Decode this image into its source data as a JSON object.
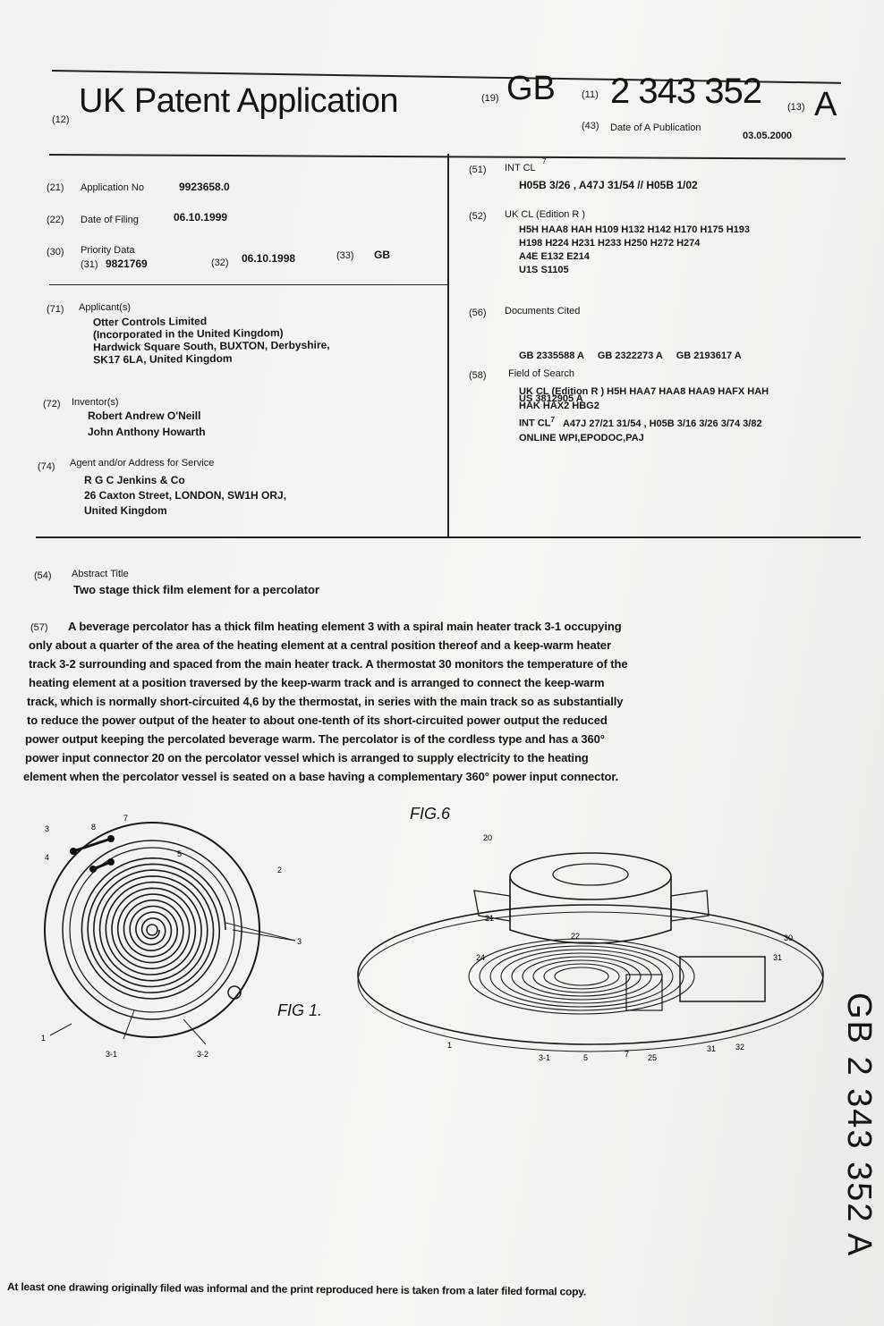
{
  "header": {
    "code_12": "(12)",
    "title": "UK Patent Application",
    "code_19": "(19)",
    "country": "GB",
    "code_11": "(11)",
    "publication_number": "2 343 352",
    "code_13": "(13)",
    "kind": "A",
    "code_43": "(43)",
    "pub_date_label": "Date of A Publication",
    "pub_date": "03.05.2000"
  },
  "left": {
    "app_no": {
      "code": "(21)",
      "label": "Application No",
      "value": "9923658.0"
    },
    "filing": {
      "code": "(22)",
      "label": "Date of Filing",
      "value": "06.10.1999"
    },
    "priority": {
      "code": "(30)",
      "label": "Priority Data",
      "code31": "(31)",
      "value31": "9821769",
      "code32": "(32)",
      "value32": "06.10.1998",
      "code33": "(33)",
      "value33": "GB"
    },
    "applicant": {
      "code": "(71)",
      "label": "Applicant(s)",
      "lines": [
        "Otter Controls Limited",
        "(Incorporated in the United Kingdom)",
        "Hardwick Square South, BUXTON, Derbyshire,",
        "SK17 6LA, United Kingdom"
      ]
    },
    "inventors": {
      "code": "(72)",
      "label": "Inventor(s)",
      "lines": [
        "Robert Andrew O'Neill",
        "John Anthony Howarth"
      ]
    },
    "agent": {
      "code": "(74)",
      "label": "Agent and/or Address for Service",
      "lines": [
        "R G C Jenkins & Co",
        "26 Caxton Street, LONDON, SW1H ORJ,",
        "United Kingdom"
      ]
    }
  },
  "right": {
    "intcl": {
      "code": "(51)",
      "label": "INT CL",
      "sup": "7",
      "value": "H05B 3/26 , A47J 31/54 // H05B 1/02"
    },
    "ukcl": {
      "code": "(52)",
      "label": "UK CL (Edition R )",
      "lines": [
        "H5H HAA8 HAH H109 H132 H142 H170 H175 H193",
        "H198 H224 H231 H233 H250 H272 H274",
        "A4E E132 E214",
        "U1S S1105"
      ]
    },
    "docs": {
      "code": "(56)",
      "label": "Documents Cited",
      "lines": [
        "GB 2335588 A     GB 2322273 A     GB 2193617 A",
        "US 3812905 A"
      ]
    },
    "field": {
      "code": "(58)",
      "label": "Field of Search",
      "lines": [
        "UK CL (Edition R ) H5H HAA7 HAA8 HAA9 HAFX HAH",
        "HAK HAX2 HBG2"
      ],
      "intcl_label": "INT CL",
      "intcl_sup": "7",
      "intcl_value": "A47J 27/21 31/54 , H05B 3/16 3/26 3/74 3/82",
      "online": "ONLINE WPI,EPODOC,PAJ"
    }
  },
  "abstract_title": {
    "code": "(54)",
    "label": "Abstract Title",
    "value": "Two stage thick film element for a percolator"
  },
  "abstract": {
    "code": "(57)",
    "lines": [
      "A beverage percolator has a thick film heating element 3 with a spiral main heater track 3-1 occupying",
      "only about a quarter of the area of the heating element at a central position thereof and a keep-warm heater",
      "track 3-2 surrounding and spaced from the main heater track. A thermostat 30 monitors the temperature of the",
      "heating element at a position traversed by the keep-warm track and is arranged to connect the keep-warm",
      "track, which is normally short-circuited 4,6 by the thermostat, in series with the main track so as substantially",
      "to reduce the power output of the heater to about one-tenth of its short-circuited power output the reduced",
      "power output keeping the percolated beverage warm. The percolator is of the cordless type and has a 360°",
      "power input connector 20 on the percolator vessel which is arranged to supply electricity to the heating",
      "element when the percolator vessel is seated on a base having a complementary 360° power input connector."
    ]
  },
  "figures": {
    "fig1_label": "FIG 1.",
    "fig6_label": "FIG.6",
    "fig1_refs": [
      "3",
      "8",
      "7",
      "4",
      "5",
      "2",
      "3",
      "1",
      "3-1",
      "3-2"
    ],
    "fig6_refs": [
      "20",
      "21",
      "22",
      "24",
      "30",
      "31",
      "1",
      "3-1",
      "5",
      "7",
      "25",
      "31",
      "32"
    ]
  },
  "footer": "At least one drawing originally filed was informal and the print reproduced here is taken from a later filed formal copy.",
  "side": "GB 2 343 352 A"
}
